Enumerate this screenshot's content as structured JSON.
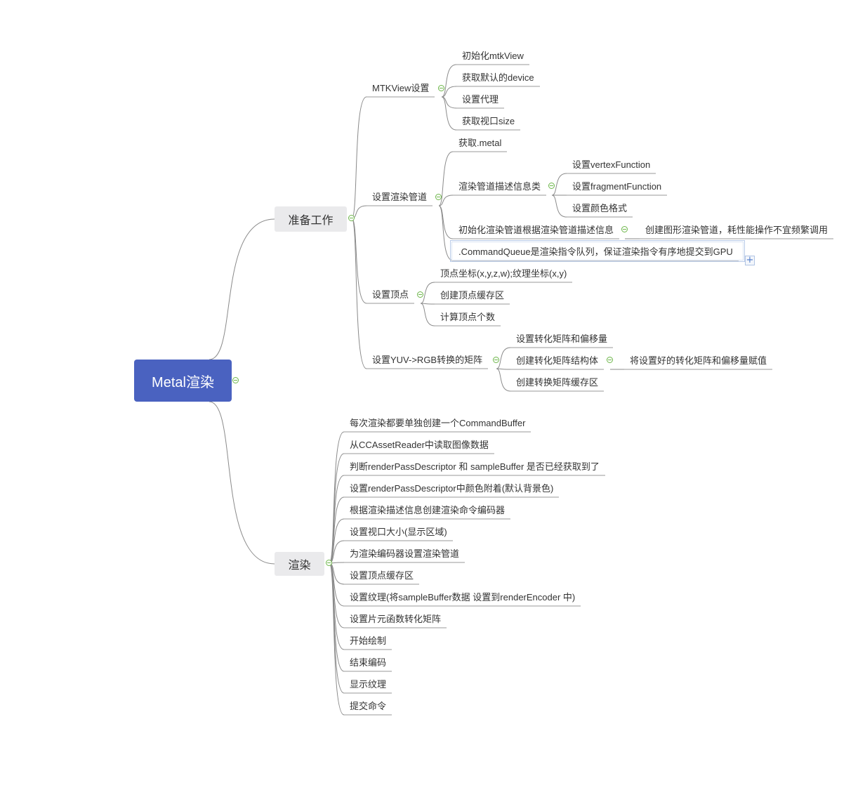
{
  "root": {
    "label": "Metal渲染"
  },
  "prepare": {
    "label": "准备工作",
    "mtkview": {
      "label": "MTKView设置",
      "children": [
        "初始化mtkView",
        "获取默认的device",
        "设置代理",
        "获取视口size"
      ]
    },
    "pipeline": {
      "label": "设置渲染管道",
      "get_metal": "获取.metal",
      "descriptor": {
        "label": "渲染管道描述信息类",
        "children": [
          "设置vertexFunction",
          "设置fragmentFunction",
          "设置颜色格式"
        ]
      },
      "init": {
        "label": "初始化渲染管道根据渲染管道描述信息",
        "note": "创建图形渲染管道，耗性能操作不宜频繁调用"
      },
      "command_queue": ".CommandQueue是渲染指令队列，保证渲染指令有序地提交到GPU"
    },
    "vertex": {
      "label": "设置顶点",
      "children": [
        "顶点坐标(x,y,z,w);纹理坐标(x,y)",
        "创建顶点缓存区",
        "计算顶点个数"
      ]
    },
    "yuv": {
      "label": "设置YUV->RGB转换的矩阵",
      "set_matrix": "设置转化矩阵和偏移量",
      "create_struct": {
        "label": "创建转化矩阵结构体",
        "note": "将设置好的转化矩阵和偏移量赋值"
      },
      "create_buffer": "创建转换矩阵缓存区"
    }
  },
  "render": {
    "label": "渲染",
    "children": [
      "每次渲染都要单独创建一个CommandBuffer",
      "从CCAssetReader中读取图像数据",
      "判断renderPassDescriptor 和 sampleBuffer 是否已经获取到了",
      "设置renderPassDescriptor中颜色附着(默认背景色)",
      "根据渲染描述信息创建渲染命令编码器",
      "设置视口大小(显示区域)",
      "为渲染编码器设置渲染管道",
      "设置顶点缓存区",
      "设置纹理(将sampleBuffer数据 设置到renderEncoder 中)",
      "设置片元函数转化矩阵",
      "开始绘制",
      "结束编码",
      "显示纹理",
      "提交命令"
    ]
  },
  "icons": {
    "collapse": "minus-circle-icon",
    "add": "plus-icon"
  },
  "colors": {
    "root_fill": "#4a62c0",
    "main_fill": "#eaeaec",
    "collapse_ring": "#6db64a"
  }
}
